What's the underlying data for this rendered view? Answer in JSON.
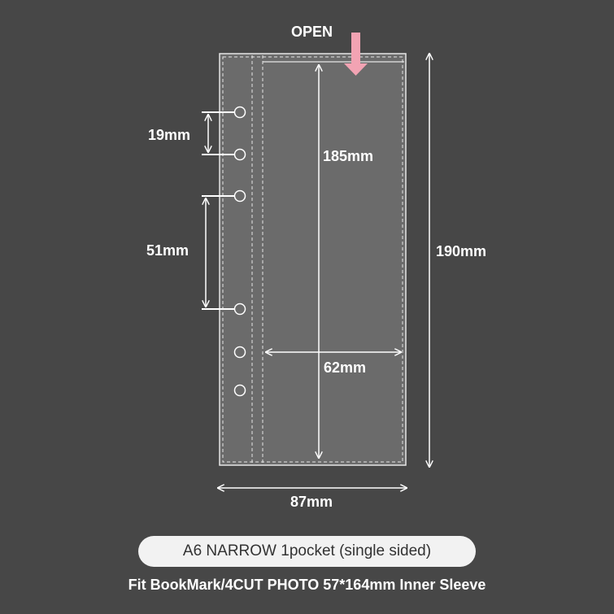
{
  "labels": {
    "open": "OPEN",
    "hole_spacing_small": "19mm",
    "hole_spacing_large": "51mm",
    "pocket_height": "185mm",
    "total_height": "190mm",
    "pocket_width": "62mm",
    "total_width": "87mm"
  },
  "product": {
    "name": "A6 NARROW 1pocket (single sided)",
    "subtitle": "Fit BookMark/4CUT PHOTO 57*164mm Inner Sleeve"
  },
  "colors": {
    "background": "#474747",
    "sleeve_fill": "#6b6b6b",
    "line": "#ffffff",
    "open_arrow": "#f2a3b3",
    "pill_background": "#f2f2f2",
    "pill_text": "#333333"
  },
  "holes": {
    "count": 6
  }
}
